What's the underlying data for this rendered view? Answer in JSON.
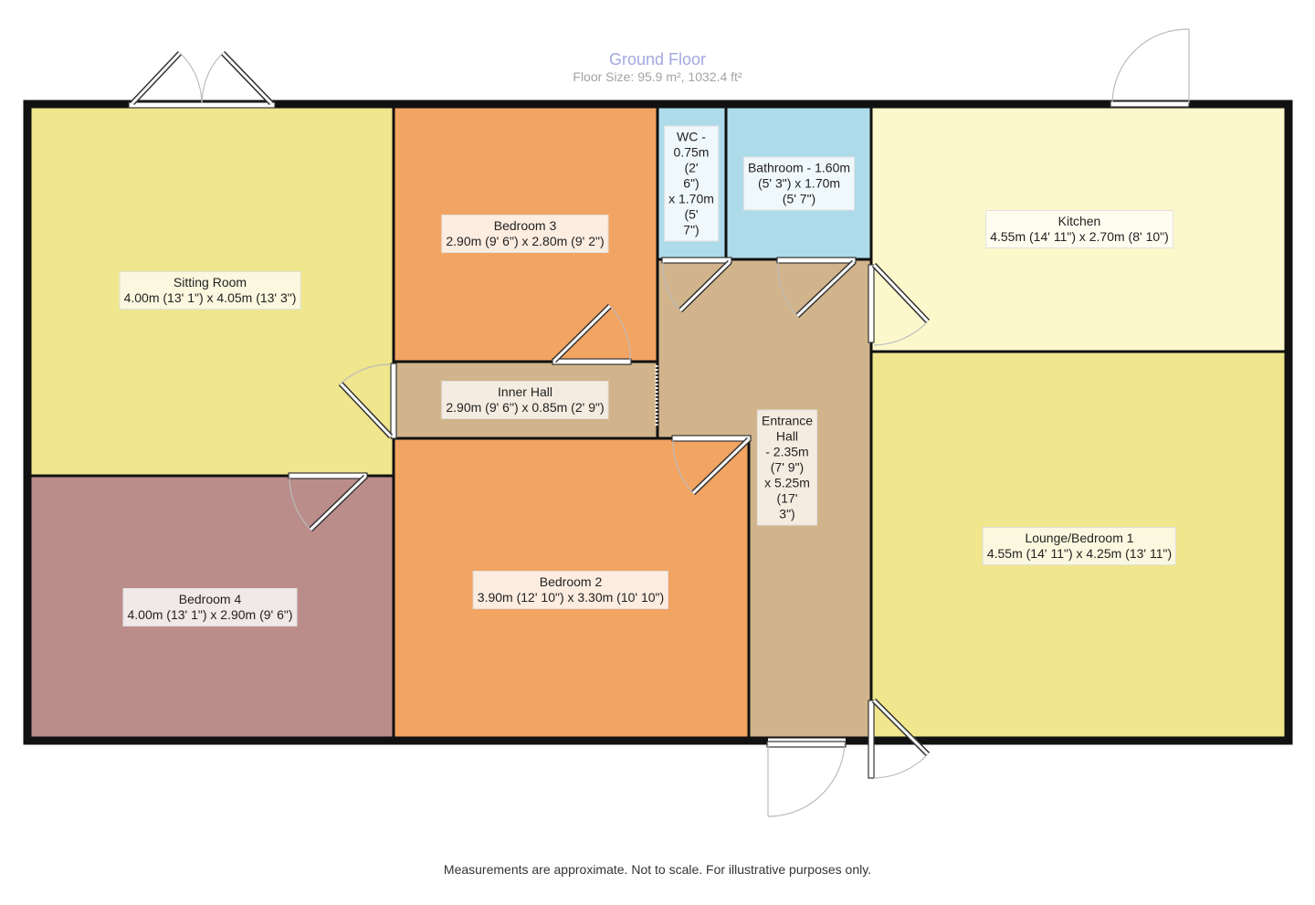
{
  "header": {
    "title": "Ground Floor",
    "floor_size": "Floor Size: 95.9 m², 1032.4 ft²"
  },
  "rooms": {
    "sitting_room": {
      "name": "Sitting Room",
      "dims": "4.00m (13' 1\") x 4.05m (13' 3\")",
      "color": "#efe68d"
    },
    "bedroom_3": {
      "name": "Bedroom 3",
      "dims": "2.90m (9' 6\") x 2.80m (9' 2\")",
      "color": "#f2a462"
    },
    "wc": {
      "lines": [
        "WC -",
        "0.75m",
        "(2'",
        "6\")",
        "x 1.70m",
        "(5'",
        "7\")"
      ],
      "color": "#aedbea"
    },
    "bathroom": {
      "lines": [
        "Bathroom - 1.60m",
        "(5' 3\") x 1.70m",
        "(5' 7\")"
      ],
      "color": "#aedbea"
    },
    "kitchen": {
      "name": "Kitchen",
      "dims": "4.55m (14' 11\") x 2.70m (8' 10\")",
      "color": "#fcf8cc"
    },
    "inner_hall": {
      "name": "Inner Hall",
      "dims": "2.90m (9' 6\") x 0.85m (2' 9\")",
      "color": "#d1b48b"
    },
    "entrance_hall": {
      "lines": [
        "Entrance",
        "Hall",
        "- 2.35m",
        "(7' 9\")",
        "x 5.25m",
        "(17'",
        "3\")"
      ],
      "color": "#d1b48b"
    },
    "lounge_bedroom_1": {
      "name": "Lounge/Bedroom 1",
      "dims": "4.55m (14' 11\") x 4.25m (13' 11\")",
      "color": "#efe68d"
    },
    "bedroom_4": {
      "name": "Bedroom 4",
      "dims": "4.00m (13' 1\") x 2.90m (9' 6\")",
      "color": "#bb8d8a"
    },
    "bedroom_2": {
      "name": "Bedroom 2",
      "dims": "3.90m (12' 10\") x 3.30m (10' 10\")",
      "color": "#f2a462"
    }
  },
  "footer": {
    "note": "Measurements are approximate. Not to scale. For illustrative purposes only."
  }
}
